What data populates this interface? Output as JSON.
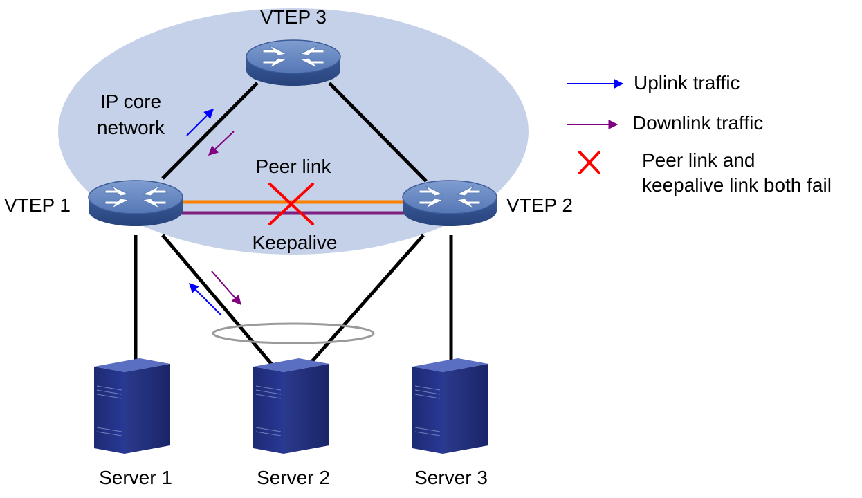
{
  "diagram": {
    "cloud_label_line1": "IP core",
    "cloud_label_line2": "network",
    "nodes": {
      "vtep1": "VTEP 1",
      "vtep2": "VTEP 2",
      "vtep3": "VTEP 3",
      "server1": "Server 1",
      "server2": "Server 2",
      "server3": "Server 3"
    },
    "links": {
      "peer_link": "Peer link",
      "keepalive": "Keepalive"
    },
    "colors": {
      "cloud": "#c5d1e8",
      "uplink": "#0000ff",
      "downlink": "#800080",
      "peer_link": "#ff7f00",
      "keepalive": "#7f1f7f",
      "failure_x": "#ff0000",
      "device_body": "#4a6ca8",
      "server_body": "#1e2a78"
    }
  },
  "legend": {
    "uplink": "Uplink traffic",
    "downlink": "Downlink traffic",
    "failure_line1": "Peer link and",
    "failure_line2": "keepalive link both fail"
  }
}
